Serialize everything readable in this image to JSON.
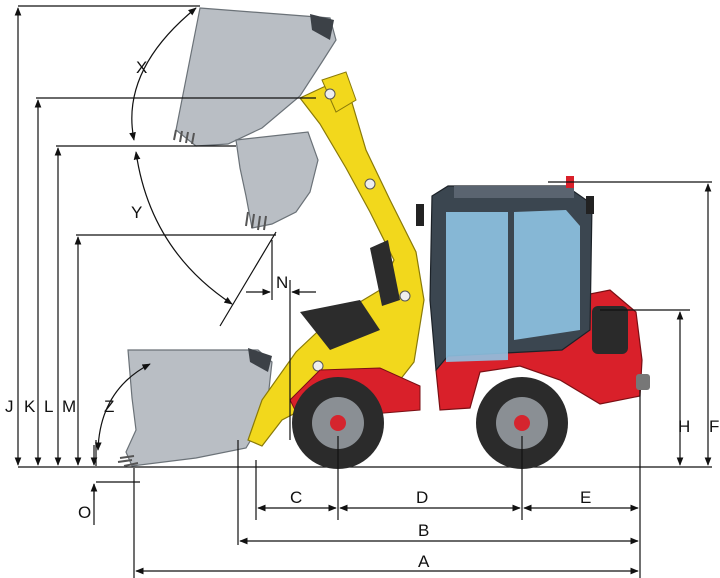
{
  "diagram": {
    "subject": "compact wheel loader dimensions",
    "colors": {
      "boom": "#f2d81c",
      "body": "#d9202a",
      "bucket": "#b9bec4",
      "cab_frame": "#3b4650",
      "glass": "#8fc3e3",
      "tire": "#2b2b2b",
      "hub": "#d5252e",
      "lines": "#111111"
    },
    "dimension_labels": {
      "A": "A",
      "B": "B",
      "C": "C",
      "D": "D",
      "E": "E",
      "F": "F",
      "H": "H",
      "J": "J",
      "K": "K",
      "L": "L",
      "M": "M",
      "N": "N",
      "O": "O",
      "X": "X",
      "Y": "Y",
      "Z": "Z"
    }
  }
}
